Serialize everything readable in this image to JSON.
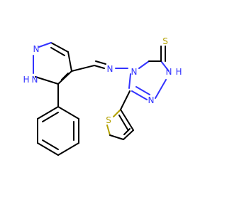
{
  "molecule": {
    "atom_labels": {
      "thione_s": "S",
      "triazole_nh_n": "N",
      "triazole_nh_h": "H",
      "triazole_n_ring": "N",
      "triazole_n_imine": "N",
      "imine_n": "N",
      "pyrazole_n2": "N",
      "pyrazole_nh_n": "N",
      "pyrazole_nh_h": "H",
      "thiophene_s": "S"
    },
    "colors": {
      "carbon_bond": "#000000",
      "nitrogen": "#3333ff",
      "sulfur": "#b3a100",
      "background": "#ffffff"
    }
  }
}
